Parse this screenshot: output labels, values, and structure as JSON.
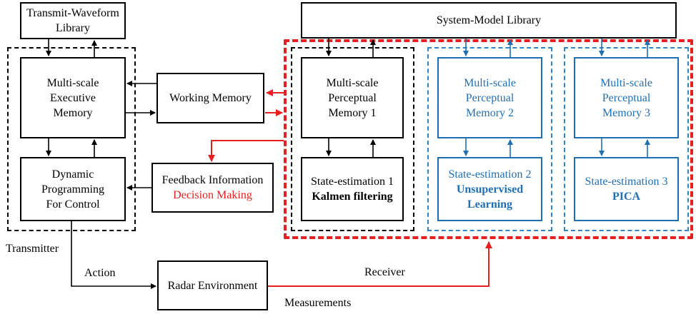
{
  "colors": {
    "black": "#000000",
    "blue": "#1f6fb5",
    "red": "#e81f1f"
  },
  "boxes": {
    "transmit_library": [
      "Transmit-Waveform",
      "Library"
    ],
    "system_model_library": "System-Model Library",
    "executive_memory": [
      "Multi-scale",
      "Executive",
      "Memory"
    ],
    "dynamic_programming": [
      "Dynamic",
      "Programming",
      "For Control"
    ],
    "working_memory": "Working Memory",
    "feedback": {
      "line1": "Feedback Information",
      "line2": "Decision Making"
    },
    "perceptual_1": [
      "Multi-scale",
      "Perceptual",
      "Memory 1"
    ],
    "perceptual_2": [
      "Multi-scale",
      "Perceptual",
      "Memory 2"
    ],
    "perceptual_3": [
      "Multi-scale",
      "Perceptual",
      "Memory 3"
    ],
    "state_est_1": {
      "line1": "State-estimation 1",
      "line2": "Kalmen filtering"
    },
    "state_est_2": {
      "line1": "State-estimation 2",
      "line2": "Unsupervised",
      "line3": "Learning"
    },
    "state_est_3": {
      "line1": "State-estimation 3",
      "line2": "PICA"
    },
    "radar_environment": "Radar Environment"
  },
  "labels": {
    "transmitter": "Transmitter",
    "action": "Action",
    "receiver": "Receiver",
    "measurements": "Measurements"
  }
}
